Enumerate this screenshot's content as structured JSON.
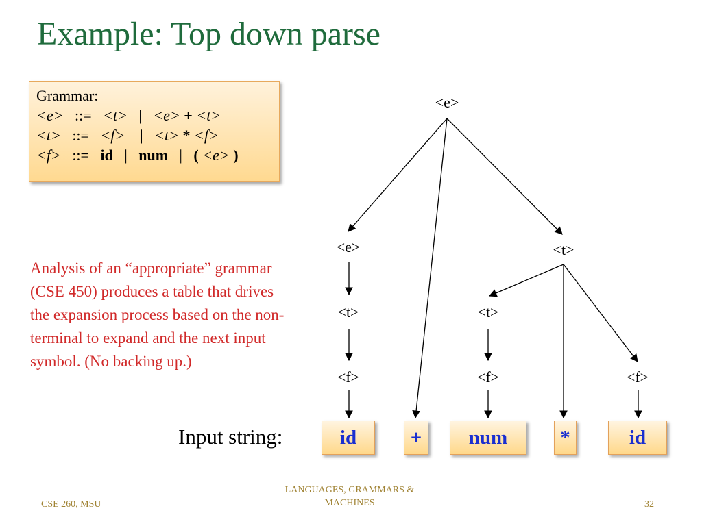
{
  "slide": {
    "title": "Example: Top down parse",
    "grammar": {
      "heading": "Grammar:",
      "rule1": {
        "lhs": "<e>",
        "def": "::=",
        "a": "<t>",
        "bar": "|",
        "b": "<e>",
        "plus": "+",
        "c": "<t>"
      },
      "rule2": {
        "lhs": "<t>",
        "def": "::=",
        "a": "<f>",
        "bar": "|",
        "b": "<t>",
        "star": "*",
        "c": "<f>"
      },
      "rule3": {
        "lhs": "<f>",
        "def": "::=",
        "id": "id",
        "bar1": "|",
        "num": "num",
        "bar2": "|",
        "lparen": "(",
        "e": "<e>",
        "rparen": ")"
      }
    },
    "analysis": "Analysis of an “appropriate” grammar (CSE 450) produces a table  that drives the expansion process based on the non-terminal to expand and the next input symbol. (No backing up.)",
    "tree": {
      "root": "<e>",
      "left_e": "<e>",
      "left_t": "<t>",
      "left_f": "<f>",
      "right_t": "<t>",
      "mid_t": "<t>",
      "mid_f": "<f>",
      "right_f": "<f>"
    },
    "input": {
      "label": "Input string:",
      "tokens": [
        "id",
        "+",
        "num",
        "*",
        "id"
      ]
    },
    "footer": {
      "left": "CSE 260, MSU",
      "center": "LANGUAGES, GRAMMARS & MACHINES",
      "page": "32"
    },
    "colors": {
      "title": "#1f6b3c",
      "analysis": "#d12a2a",
      "token_text": "#1a2fd0",
      "footer": "#a08334"
    }
  }
}
